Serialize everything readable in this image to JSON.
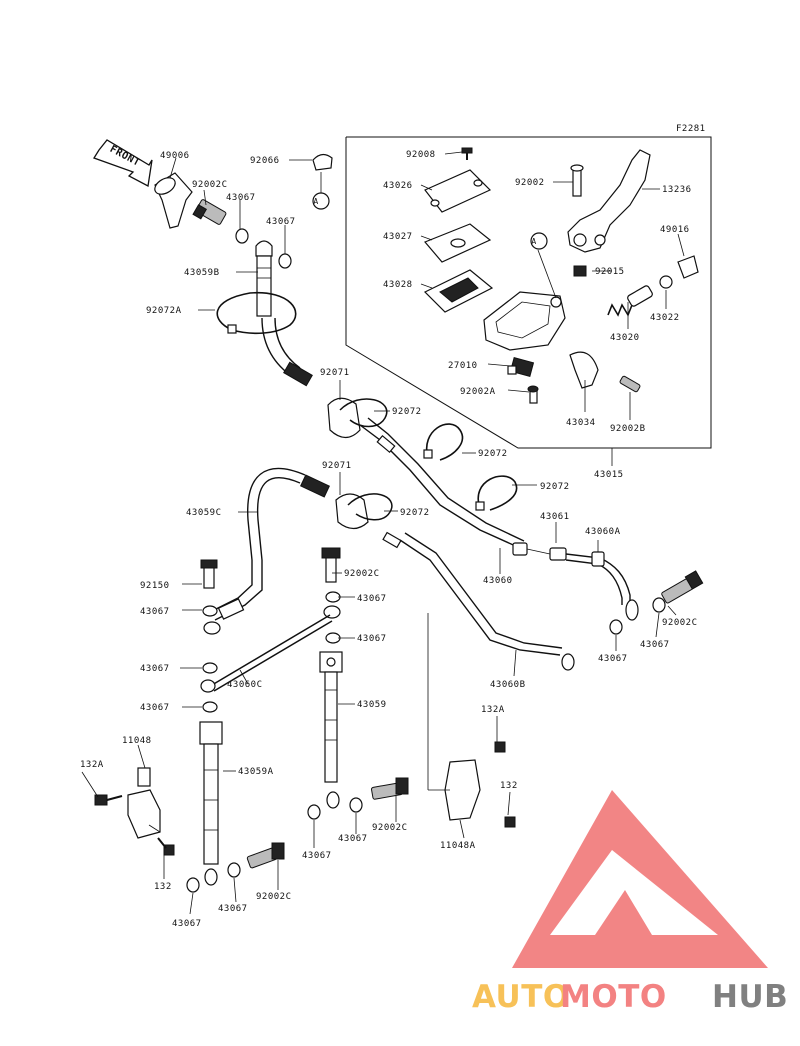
{
  "figure_code": "F2281",
  "front_label": "FRONT",
  "ref_marker": "A",
  "parts": [
    {
      "id": "p-49006",
      "text": "49006"
    },
    {
      "id": "p-92066",
      "text": "92066"
    },
    {
      "id": "p-92002c-a",
      "text": "92002C"
    },
    {
      "id": "p-43067-a",
      "text": "43067"
    },
    {
      "id": "p-43067-b",
      "text": "43067"
    },
    {
      "id": "p-43059b",
      "text": "43059B"
    },
    {
      "id": "p-92072a",
      "text": "92072A"
    },
    {
      "id": "p-92008",
      "text": "92008"
    },
    {
      "id": "p-43026",
      "text": "43026"
    },
    {
      "id": "p-43027",
      "text": "43027"
    },
    {
      "id": "p-43028",
      "text": "43028"
    },
    {
      "id": "p-92002",
      "text": "92002"
    },
    {
      "id": "p-13236",
      "text": "13236"
    },
    {
      "id": "p-49016",
      "text": "49016"
    },
    {
      "id": "p-92015",
      "text": "92015"
    },
    {
      "id": "p-43022",
      "text": "43022"
    },
    {
      "id": "p-43020",
      "text": "43020"
    },
    {
      "id": "p-27010",
      "text": "27010"
    },
    {
      "id": "p-92002a-a",
      "text": "92002A"
    },
    {
      "id": "p-43034",
      "text": "43034"
    },
    {
      "id": "p-92002b",
      "text": "92002B"
    },
    {
      "id": "p-43015",
      "text": "43015"
    },
    {
      "id": "p-92071-a",
      "text": "92071"
    },
    {
      "id": "p-92072-a",
      "text": "92072"
    },
    {
      "id": "p-92072-b",
      "text": "92072"
    },
    {
      "id": "p-92072-c",
      "text": "92072"
    },
    {
      "id": "p-92071-b",
      "text": "92071"
    },
    {
      "id": "p-92072-d",
      "text": "92072"
    },
    {
      "id": "p-43059c",
      "text": "43059C"
    },
    {
      "id": "p-43061",
      "text": "43061"
    },
    {
      "id": "p-43060a",
      "text": "43060A"
    },
    {
      "id": "p-92150",
      "text": "92150"
    },
    {
      "id": "p-92002c-b",
      "text": "92002C"
    },
    {
      "id": "p-43060",
      "text": "43060"
    },
    {
      "id": "p-43067-c",
      "text": "43067"
    },
    {
      "id": "p-43067-d",
      "text": "43067"
    },
    {
      "id": "p-92002c-c",
      "text": "92002C"
    },
    {
      "id": "p-43067-e",
      "text": "43067"
    },
    {
      "id": "p-43067-f",
      "text": "43067"
    },
    {
      "id": "p-43067-g",
      "text": "43067"
    },
    {
      "id": "p-43060c",
      "text": "43060C"
    },
    {
      "id": "p-43067-h",
      "text": "43067"
    },
    {
      "id": "p-43060b",
      "text": "43060B"
    },
    {
      "id": "p-43067-i",
      "text": "43067"
    },
    {
      "id": "p-43059",
      "text": "43059"
    },
    {
      "id": "p-132a-a",
      "text": "132A"
    },
    {
      "id": "p-11048",
      "text": "11048"
    },
    {
      "id": "p-132a-b",
      "text": "132A"
    },
    {
      "id": "p-43059a",
      "text": "43059A"
    },
    {
      "id": "p-132-a",
      "text": "132"
    },
    {
      "id": "p-11048a",
      "text": "11048A"
    },
    {
      "id": "p-132-b",
      "text": "132"
    },
    {
      "id": "p-43067-j",
      "text": "43067"
    },
    {
      "id": "p-43067-k",
      "text": "43067"
    },
    {
      "id": "p-92002c-d",
      "text": "92002C"
    },
    {
      "id": "p-43067-l",
      "text": "43067"
    },
    {
      "id": "p-43067-m",
      "text": "43067"
    },
    {
      "id": "p-92002c-e",
      "text": "92002C"
    }
  ],
  "watermark": {
    "part1": "AUTO",
    "part2": "MOTO",
    "part3": "HUB",
    "colors": {
      "auto": "#f6b73c",
      "moto": "#f26d6d",
      "hub": "#6a6a6a",
      "triangle": "#f07070"
    }
  }
}
